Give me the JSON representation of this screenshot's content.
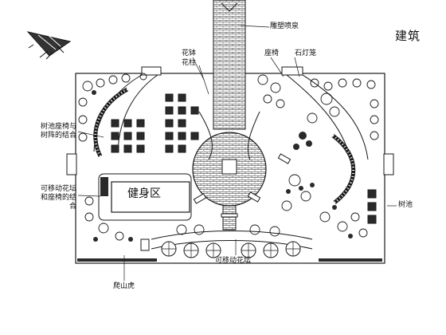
{
  "labels": {
    "sculpture_fountain": "雕塑喷泉",
    "building": "建筑",
    "flower_bowl": "花钵",
    "flower_post": "花柱",
    "seat_bench": "座椅",
    "stone_lamp": "石灯笼",
    "tree_pool_bench_combo": "树池座椅与树阵的结合",
    "movable_planter_bench": "可移动花坛和座椅的结合",
    "fitness_area": "健身区",
    "tree_pool": "树池",
    "movable_planter": "可移动花坛",
    "creeper": "爬山虎"
  },
  "colors": {
    "line": "#1a1a1a",
    "fill_dark": "#2a2a2a",
    "background": "#ffffff"
  }
}
